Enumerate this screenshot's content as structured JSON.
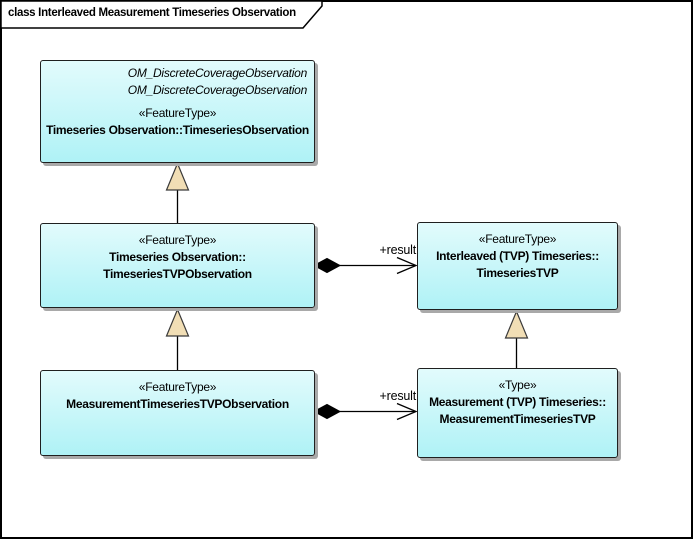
{
  "frame": {
    "title": "class Interleaved Measurement Timeseries Observation"
  },
  "theme": {
    "box-fill-light": "#E2FBFC",
    "box-fill-dark": "#AFF2F6",
    "box-border": "#1F1F1F",
    "box-shadow": "#A9A9A9",
    "triangle-fill": "#F1DEB5",
    "connector-color": "#000000"
  },
  "classes": [
    {
      "key": "timeseries-observation",
      "parents": [
        "OM_DiscreteCoverageObservation",
        "OM_DiscreteCoverageObservation"
      ],
      "stereotype": "«FeatureType»",
      "name_lines": [
        "Timeseries Observation::TimeseriesObservation"
      ]
    },
    {
      "key": "timeseries-tvp-observation",
      "stereotype": "«FeatureType»",
      "name_lines": [
        "Timeseries Observation::",
        "TimeseriesTVPObservation"
      ]
    },
    {
      "key": "timeseries-tvp",
      "stereotype": "«FeatureType»",
      "name_lines": [
        "Interleaved (TVP) Timeseries::",
        "TimeseriesTVP"
      ]
    },
    {
      "key": "measurement-timeseries-tvp-observation",
      "stereotype": "«FeatureType»",
      "name_lines": [
        "MeasurementTimeseriesTVPObservation"
      ]
    },
    {
      "key": "measurement-timeseries-tvp",
      "stereotype": "«Type»",
      "name_lines": [
        "Measurement (TVP) Timeseries::",
        "MeasurementTimeseriesTVP"
      ]
    }
  ],
  "connectors": {
    "compositions": [
      {
        "label": "+result"
      },
      {
        "label": "+result"
      }
    ]
  }
}
